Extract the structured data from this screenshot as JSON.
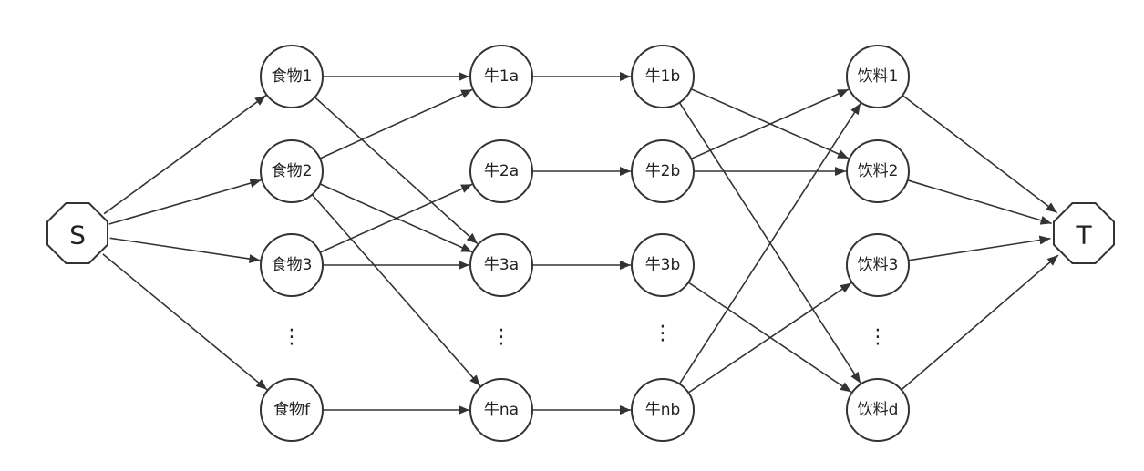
{
  "nodes": {
    "S": "S",
    "T": "T",
    "food": [
      "食物1",
      "食物2",
      "食物3",
      "食物f"
    ],
    "cow_a": [
      "牛1a",
      "牛2a",
      "牛3a",
      "牛na"
    ],
    "cow_b": [
      "牛1b",
      "牛2b",
      "牛3b",
      "牛nb"
    ],
    "drink": [
      "饮料1",
      "饮料2",
      "饮料3",
      "饮料d"
    ]
  },
  "ellipsis": "⋮",
  "edges": [
    [
      "S",
      "food.0"
    ],
    [
      "S",
      "food.1"
    ],
    [
      "S",
      "food.2"
    ],
    [
      "S",
      "food.3"
    ],
    [
      "food.0",
      "cow_a.0"
    ],
    [
      "food.0",
      "cow_a.2"
    ],
    [
      "food.1",
      "cow_a.0"
    ],
    [
      "food.1",
      "cow_a.2"
    ],
    [
      "food.1",
      "cow_a.3"
    ],
    [
      "food.2",
      "cow_a.1"
    ],
    [
      "food.2",
      "cow_a.2"
    ],
    [
      "food.3",
      "cow_a.3"
    ],
    [
      "cow_a.0",
      "cow_b.0"
    ],
    [
      "cow_a.1",
      "cow_b.1"
    ],
    [
      "cow_a.2",
      "cow_b.2"
    ],
    [
      "cow_a.3",
      "cow_b.3"
    ],
    [
      "cow_b.0",
      "drink.1"
    ],
    [
      "cow_b.0",
      "drink.3"
    ],
    [
      "cow_b.1",
      "drink.0"
    ],
    [
      "cow_b.1",
      "drink.1"
    ],
    [
      "cow_b.2",
      "drink.3"
    ],
    [
      "cow_b.3",
      "drink.0"
    ],
    [
      "cow_b.3",
      "drink.2"
    ],
    [
      "drink.0",
      "T"
    ],
    [
      "drink.1",
      "T"
    ],
    [
      "drink.2",
      "T"
    ],
    [
      "drink.3",
      "T"
    ]
  ]
}
